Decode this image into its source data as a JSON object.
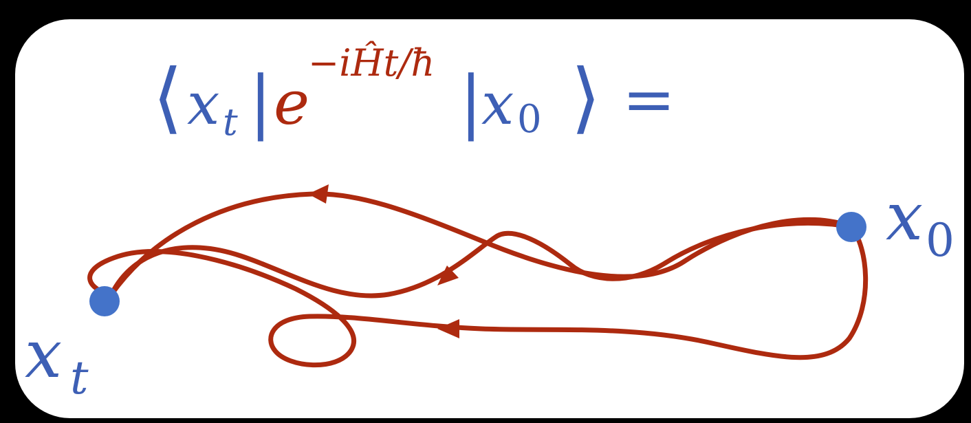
{
  "colors": {
    "background": "#000000",
    "panel": "#ffffff",
    "blue": "#3d5fb5",
    "red": "#ad2a0f",
    "point": "#4473c9"
  },
  "formula": {
    "bra_open": "⟨",
    "x": "x",
    "sub_t": "t",
    "bar": "|",
    "e": "e",
    "exponent": "−iĤt/ħ",
    "x0_x": "x",
    "x0_sub": "0",
    "ket_close": "⟩",
    "equals": "="
  },
  "points": {
    "start": {
      "name": "x",
      "subscript": "0"
    },
    "end": {
      "name": "x",
      "subscript": "t"
    }
  }
}
